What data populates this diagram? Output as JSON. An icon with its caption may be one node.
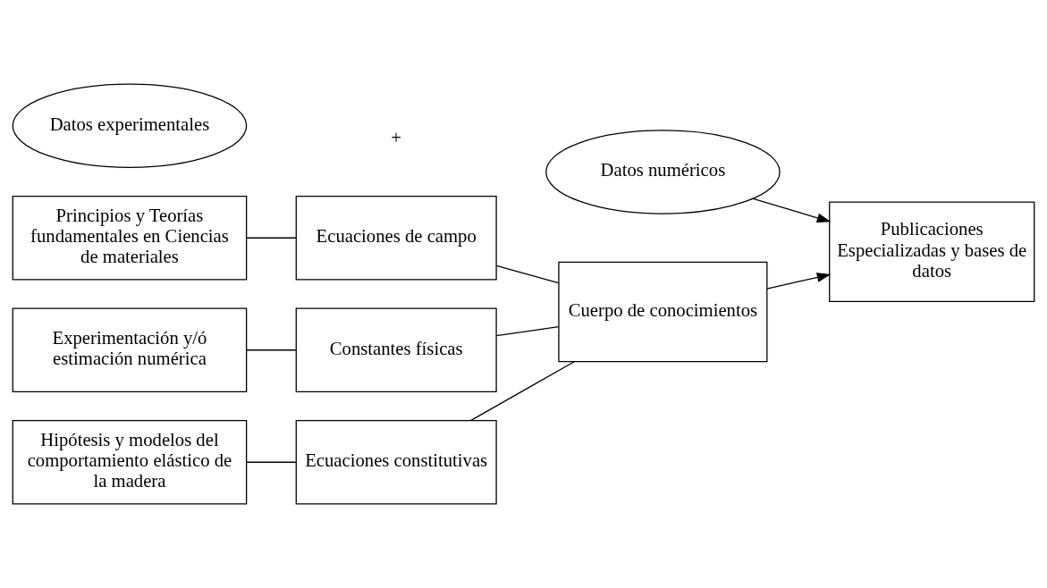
{
  "diagram": {
    "nodes": [
      {
        "text": [
          "Principios y Teorías fundamentales en Ciencias de materiales"
        ]
      },
      {
        "text": [
          "Ecuaciones de campo"
        ]
      },
      {
        "text": [
          "Hipótesis y modelos del comportamiento elástico de la madera"
        ]
      },
      {
        "text": [
          "Ecuaciones constitutivas"
        ]
      },
      {
        "text": [
          "Experimentación y/ó estimación numérica"
        ]
      },
      {
        "text": [
          "Constantes físicas"
        ]
      },
      {
        "text": [
          "Cuerpo de conocimientos"
        ]
      },
      {
        "text": [
          "Datos experimentales"
        ]
      },
      {
        "text": [
          "Datos numéricos"
        ]
      },
      {
        "text": [
          "Publicaciones Especializadas y bases de datos"
        ]
      }
    ],
    "edges": [
      {
        "from": 0,
        "to": 1,
        "arrow": "none"
      },
      {
        "from": 2,
        "to": 3,
        "arrow": "none"
      },
      {
        "from": 4,
        "to": 5,
        "arrow": "none"
      },
      {
        "from": 1,
        "to": 6,
        "arrow": "none"
      },
      {
        "from": 3,
        "to": 6,
        "arrow": "none"
      },
      {
        "from": 5,
        "to": 6,
        "arrow": "none"
      },
      {
        "from": 6,
        "to": 9,
        "arrow": "to"
      },
      {
        "from": 8,
        "to": 9,
        "arrow": "to"
      }
    ],
    "labels": [
      "+"
    ]
  }
}
